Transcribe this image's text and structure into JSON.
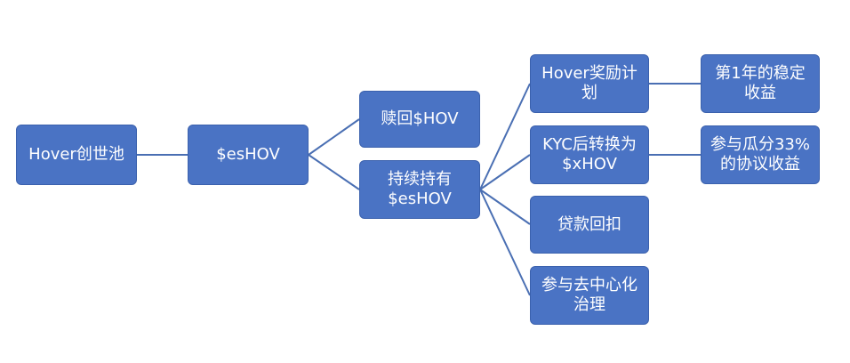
{
  "diagram": {
    "nodes": {
      "root": "Hover创世池",
      "eshov": "$esHOV",
      "redeem": "赎回$HOV",
      "hold": "持续持有\n$esHOV",
      "incentive": "Hover奖励计\n划",
      "kyc": "KYC后转换为\n$xHOV",
      "loan": "贷款回扣",
      "governance": "参与去中心化\n治理",
      "stable": "第1年的稳定\n收益",
      "share": "参与瓜分33%\n的协议收益"
    }
  }
}
